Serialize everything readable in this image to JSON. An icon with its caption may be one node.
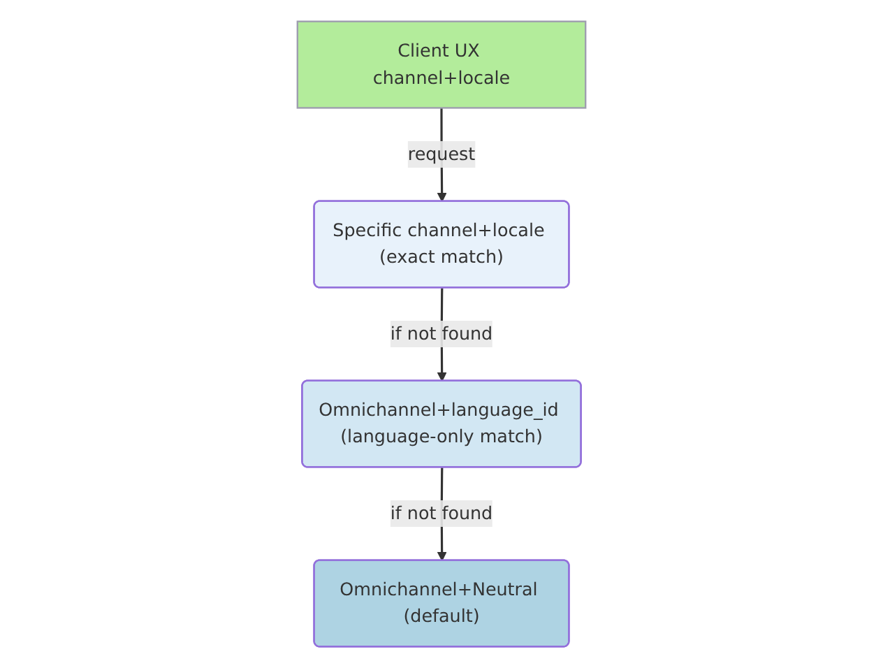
{
  "diagram": {
    "nodes": [
      {
        "text": [
          "Client UX channel+locale"
        ]
      },
      {
        "text": [
          "Specific channel+locale (exact match)"
        ]
      },
      {
        "text": [
          "Omnichannel+language_id (language-only match)"
        ]
      },
      {
        "text": [
          "Omnichannel+Neutral (default)"
        ]
      }
    ],
    "edges": [
      {
        "from": 0,
        "to": 1,
        "arrow": "to",
        "label": "request"
      },
      {
        "from": 1,
        "to": 2,
        "arrow": "to",
        "label": "if not found"
      },
      {
        "from": 2,
        "to": 3,
        "arrow": "to",
        "label": "if not found"
      }
    ]
  }
}
